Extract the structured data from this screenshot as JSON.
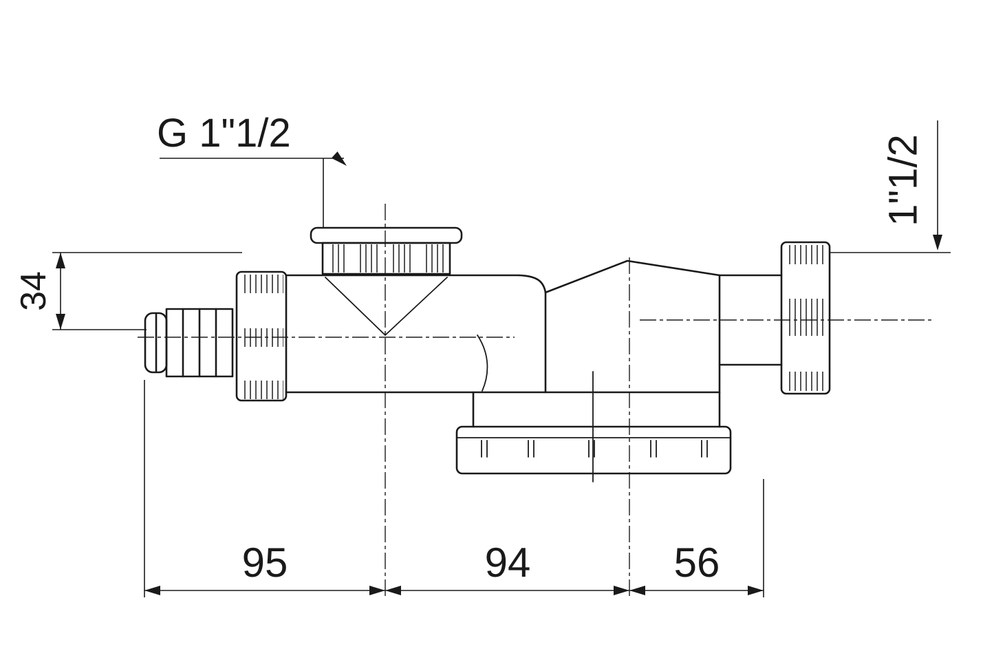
{
  "page": {
    "background_color": "#ffffff",
    "line_color": "#1a1a1a"
  },
  "drawing": {
    "type": "technical-drawing",
    "labels": {
      "thread_top": "G 1\"1/2",
      "thread_right": "1\"1/2"
    },
    "dimensions": {
      "d34": "34",
      "d95": "95",
      "d94": "94",
      "d56": "56"
    }
  }
}
